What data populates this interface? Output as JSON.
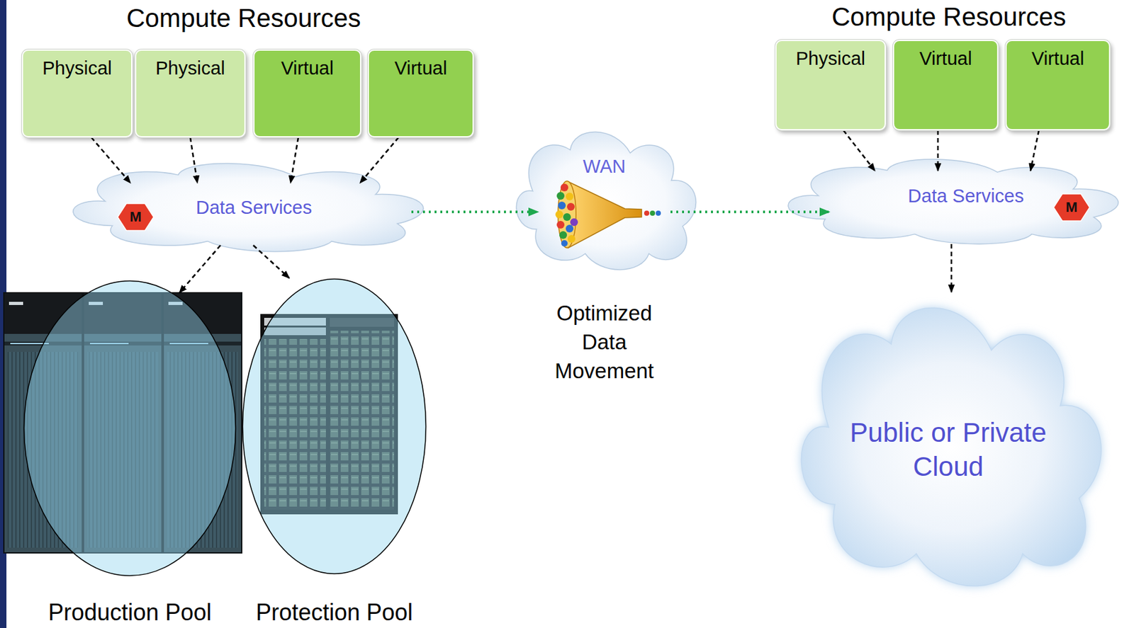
{
  "diagram": {
    "nodes": [
      {
        "text": [
          "Physical"
        ]
      },
      {
        "text": [
          "Physical"
        ]
      },
      {
        "text": [
          "Virtual"
        ]
      },
      {
        "text": [
          "Virtual"
        ]
      },
      {
        "text": [
          "Data Services"
        ]
      },
      {
        "text": [
          "M"
        ],
        "in": 4
      },
      {
        "text": [
          "Production Pool"
        ]
      },
      {
        "text": [
          "Protection Pool"
        ]
      },
      {
        "text": [
          "WAN",
          "Optimized Data Movement"
        ]
      },
      {
        "text": [
          "Physical"
        ]
      },
      {
        "text": [
          "Virtual"
        ]
      },
      {
        "text": [
          "Virtual"
        ]
      },
      {
        "text": [
          "Data Services"
        ]
      },
      {
        "text": [
          "M"
        ],
        "in": 12
      },
      {
        "text": [
          "Public or Private Cloud"
        ]
      }
    ],
    "edges": [
      {
        "from": 0,
        "to": 4,
        "arrow": "to"
      },
      {
        "from": 1,
        "to": 4,
        "arrow": "to"
      },
      {
        "from": 2,
        "to": 4,
        "arrow": "to"
      },
      {
        "from": 3,
        "to": 4,
        "arrow": "to"
      },
      {
        "from": 4,
        "to": 6,
        "arrow": "to"
      },
      {
        "from": 4,
        "to": 7,
        "arrow": "to"
      },
      {
        "from": 4,
        "to": 8,
        "arrow": "to"
      },
      {
        "from": 8,
        "to": 12,
        "arrow": "to"
      },
      {
        "from": 9,
        "to": 12,
        "arrow": "to"
      },
      {
        "from": 10,
        "to": 12,
        "arrow": "to"
      },
      {
        "from": 11,
        "to": 12,
        "arrow": "to"
      },
      {
        "from": 12,
        "to": 14,
        "arrow": "to"
      }
    ],
    "labels": [
      "Compute Resources",
      "Compute Resources"
    ]
  }
}
